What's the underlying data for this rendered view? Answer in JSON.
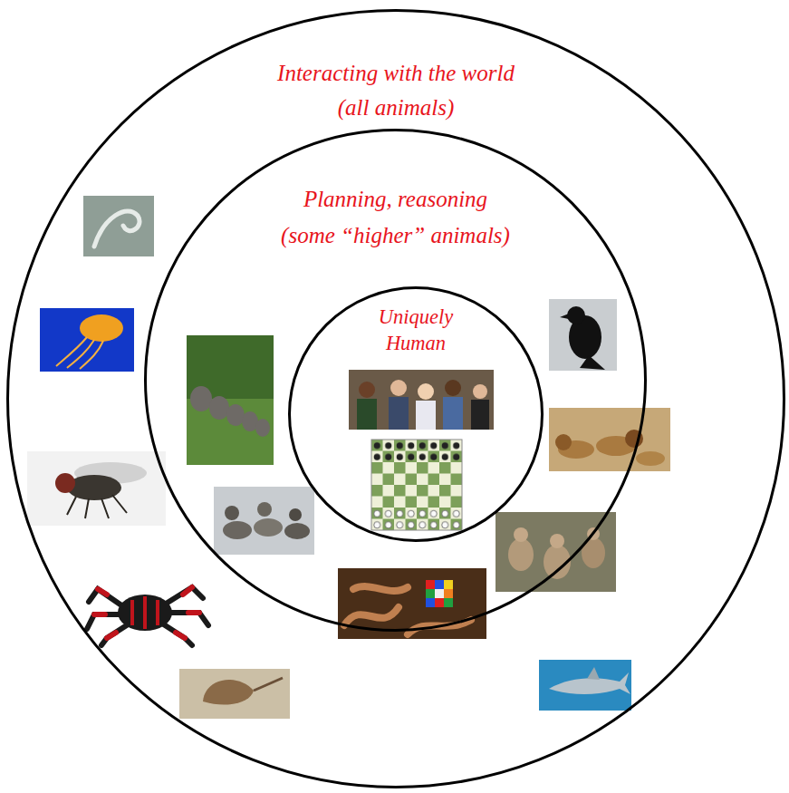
{
  "diagram": {
    "nodes": [
      {
        "text": [
          "Interacting with the world",
          "(all animals)"
        ]
      },
      {
        "text": [
          "Planning, reasoning",
          "(some “higher” animals)"
        ],
        "in": 0
      },
      {
        "text": [
          "Uniquely Human"
        ],
        "in": 1
      }
    ]
  }
}
